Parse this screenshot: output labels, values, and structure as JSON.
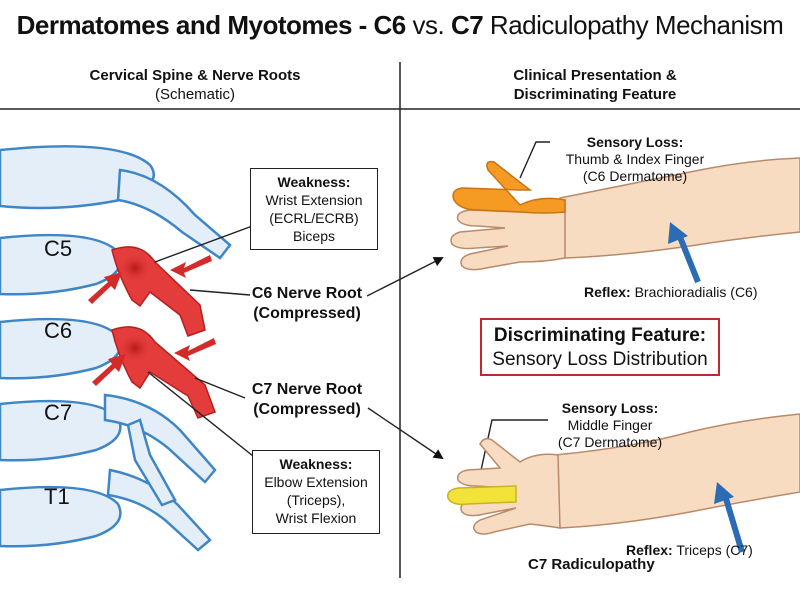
{
  "title": {
    "part_bold": "Dermatomes and Myotomes - C6",
    "part_mid": " vs. ",
    "part_bold2": "C7",
    "part_end": " Radiculopathy Mechanism"
  },
  "left_header": {
    "line1": "Cervical Spine & Nerve Roots",
    "line2": "(Schematic)"
  },
  "right_header": {
    "line1": "Clinical Presentation &",
    "line2": "Discriminating Feature"
  },
  "vertebrae": [
    "C5",
    "C6",
    "C7",
    "T1"
  ],
  "weakness_c6": {
    "title": "Weakness:",
    "lines": [
      "Wrist Extension",
      "(ECRL/ECRB)",
      "Biceps"
    ]
  },
  "weakness_c7": {
    "title": "Weakness:",
    "lines": [
      "Elbow Extension",
      "(Triceps),",
      "Wrist Flexion"
    ]
  },
  "root_c6": {
    "line1": "C6 Nerve Root",
    "line2": "(Compressed)"
  },
  "root_c7": {
    "line1": "C7 Nerve Root",
    "line2": "(Compressed)"
  },
  "sensory_c6": {
    "title": "Sensory Loss:",
    "line1": "Thumb & Index Finger",
    "line2": "(C6 Dermatome)"
  },
  "sensory_c7": {
    "title": "Sensory Loss:",
    "line1": "Middle Finger",
    "line2": "(C7 Dermatome)"
  },
  "reflex_c6": {
    "title": "Reflex:",
    "value": " Brachioradialis (C6)"
  },
  "reflex_c7": {
    "title": "Reflex:",
    "value": " Triceps (C7)"
  },
  "discriminating": {
    "line1": "Discriminating Feature:",
    "line2": "Sensory Loss Distribution"
  },
  "caption_c7": "C7 Radiculopathy",
  "colors": {
    "bone_fill": "#e3eef8",
    "bone_stroke": "#3f86c6",
    "nerve_red": "#e43b3b",
    "c6_orange": "#f59a23",
    "c7_yellow": "#f3e23a",
    "skin": "#f8dcc1",
    "skin_stroke": "#b98a6a",
    "arrow_blue": "#2b6cb5",
    "arrow_red": "#d42a2a",
    "box_red": "#c0282d"
  }
}
